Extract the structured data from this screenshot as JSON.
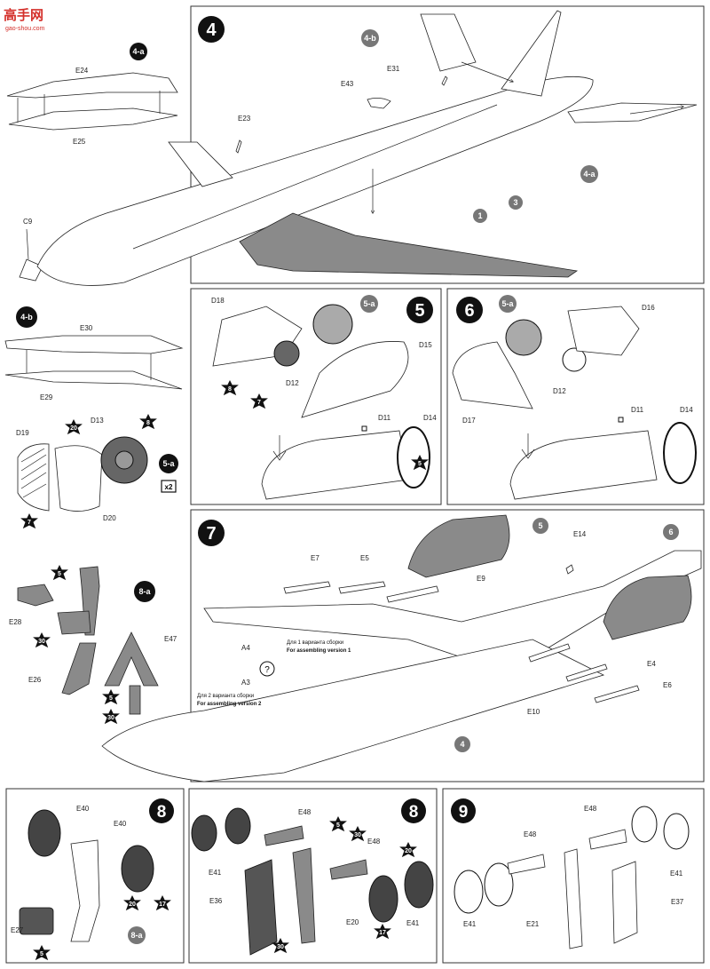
{
  "logo": {
    "main": "高手网",
    "sub": "gao-shou.com"
  },
  "steps": {
    "s4": "4",
    "s5": "5",
    "s6": "6",
    "s7": "7",
    "s8a": "8",
    "s8b": "8",
    "s9": "9"
  },
  "subassemblies": {
    "a4a": "4-a",
    "a4b": "4-b",
    "a5a": "5-a",
    "a8a": "8-a",
    "ref_4b": "4-b",
    "ref_4a": "4-a",
    "ref_5a_s5": "5-a",
    "ref_5a_s6": "5-a",
    "ref_8a": "8-a"
  },
  "multiplier": "x2",
  "circle_refs": {
    "c1": "1",
    "c3": "3",
    "c4": "4",
    "c5": "5",
    "c6": "6"
  },
  "star_refs": {
    "st8_5a": "8",
    "st20_5a": "20",
    "st7_5a": "7",
    "st8_s5": "8",
    "st7_s5": "7",
    "st5_d14": "5",
    "st5_8a": "5",
    "st30_8a": "30",
    "st5b_8a": "5",
    "st30b_8a": "30",
    "st20_s8a": "20",
    "st17_s8a": "17",
    "st5_s8a": "5",
    "st5_s8b": "5",
    "st30_s8b": "30",
    "st20_s8b": "20",
    "st17_s8b": "17",
    "st30b_s8b": "30"
  },
  "part_labels": {
    "e24": "E24",
    "e25": "E25",
    "c9": "C9",
    "e30": "E30",
    "e29": "E29",
    "d19": "D19",
    "d13": "D13",
    "d20": "D20",
    "e28": "E28",
    "e26": "E26",
    "e47": "E47",
    "e23": "E23",
    "e43": "E43",
    "e31": "E31",
    "d18": "D18",
    "d12_s5": "D12",
    "d15": "D15",
    "d11_s5": "D11",
    "d14_s5": "D14",
    "d16": "D16",
    "d12_s6": "D12",
    "d17": "D17",
    "d11_s6": "D11",
    "d14_s6": "D14",
    "e7": "E7",
    "e5": "E5",
    "e9": "E9",
    "e14": "E14",
    "e4": "E4",
    "e6": "E6",
    "e10": "E10",
    "a4": "A4",
    "a3": "A3",
    "e40a": "E40",
    "e40b": "E40",
    "e27": "E27",
    "e48_s8b": "E48",
    "e48b_s8b": "E48",
    "e41_s8b": "E41",
    "e41b_s8b": "E41",
    "e36": "E36",
    "e20": "E20",
    "e48_s9": "E48",
    "e48b_s9": "E48",
    "e41_s9": "E41",
    "e41b_s9": "E41",
    "e21": "E21",
    "e37": "E37"
  },
  "notes": {
    "v1_ru": "Для 1 варианта сборки",
    "v1_en": "For assembling version 1",
    "v2_ru": "Для 2 варианта сборки",
    "v2_en": "For assembling version 2",
    "question": "?"
  },
  "colors": {
    "part_gray": "#8a8a8a",
    "part_dark": "#555555",
    "badge": "#111111",
    "ref_circle": "#777777"
  }
}
